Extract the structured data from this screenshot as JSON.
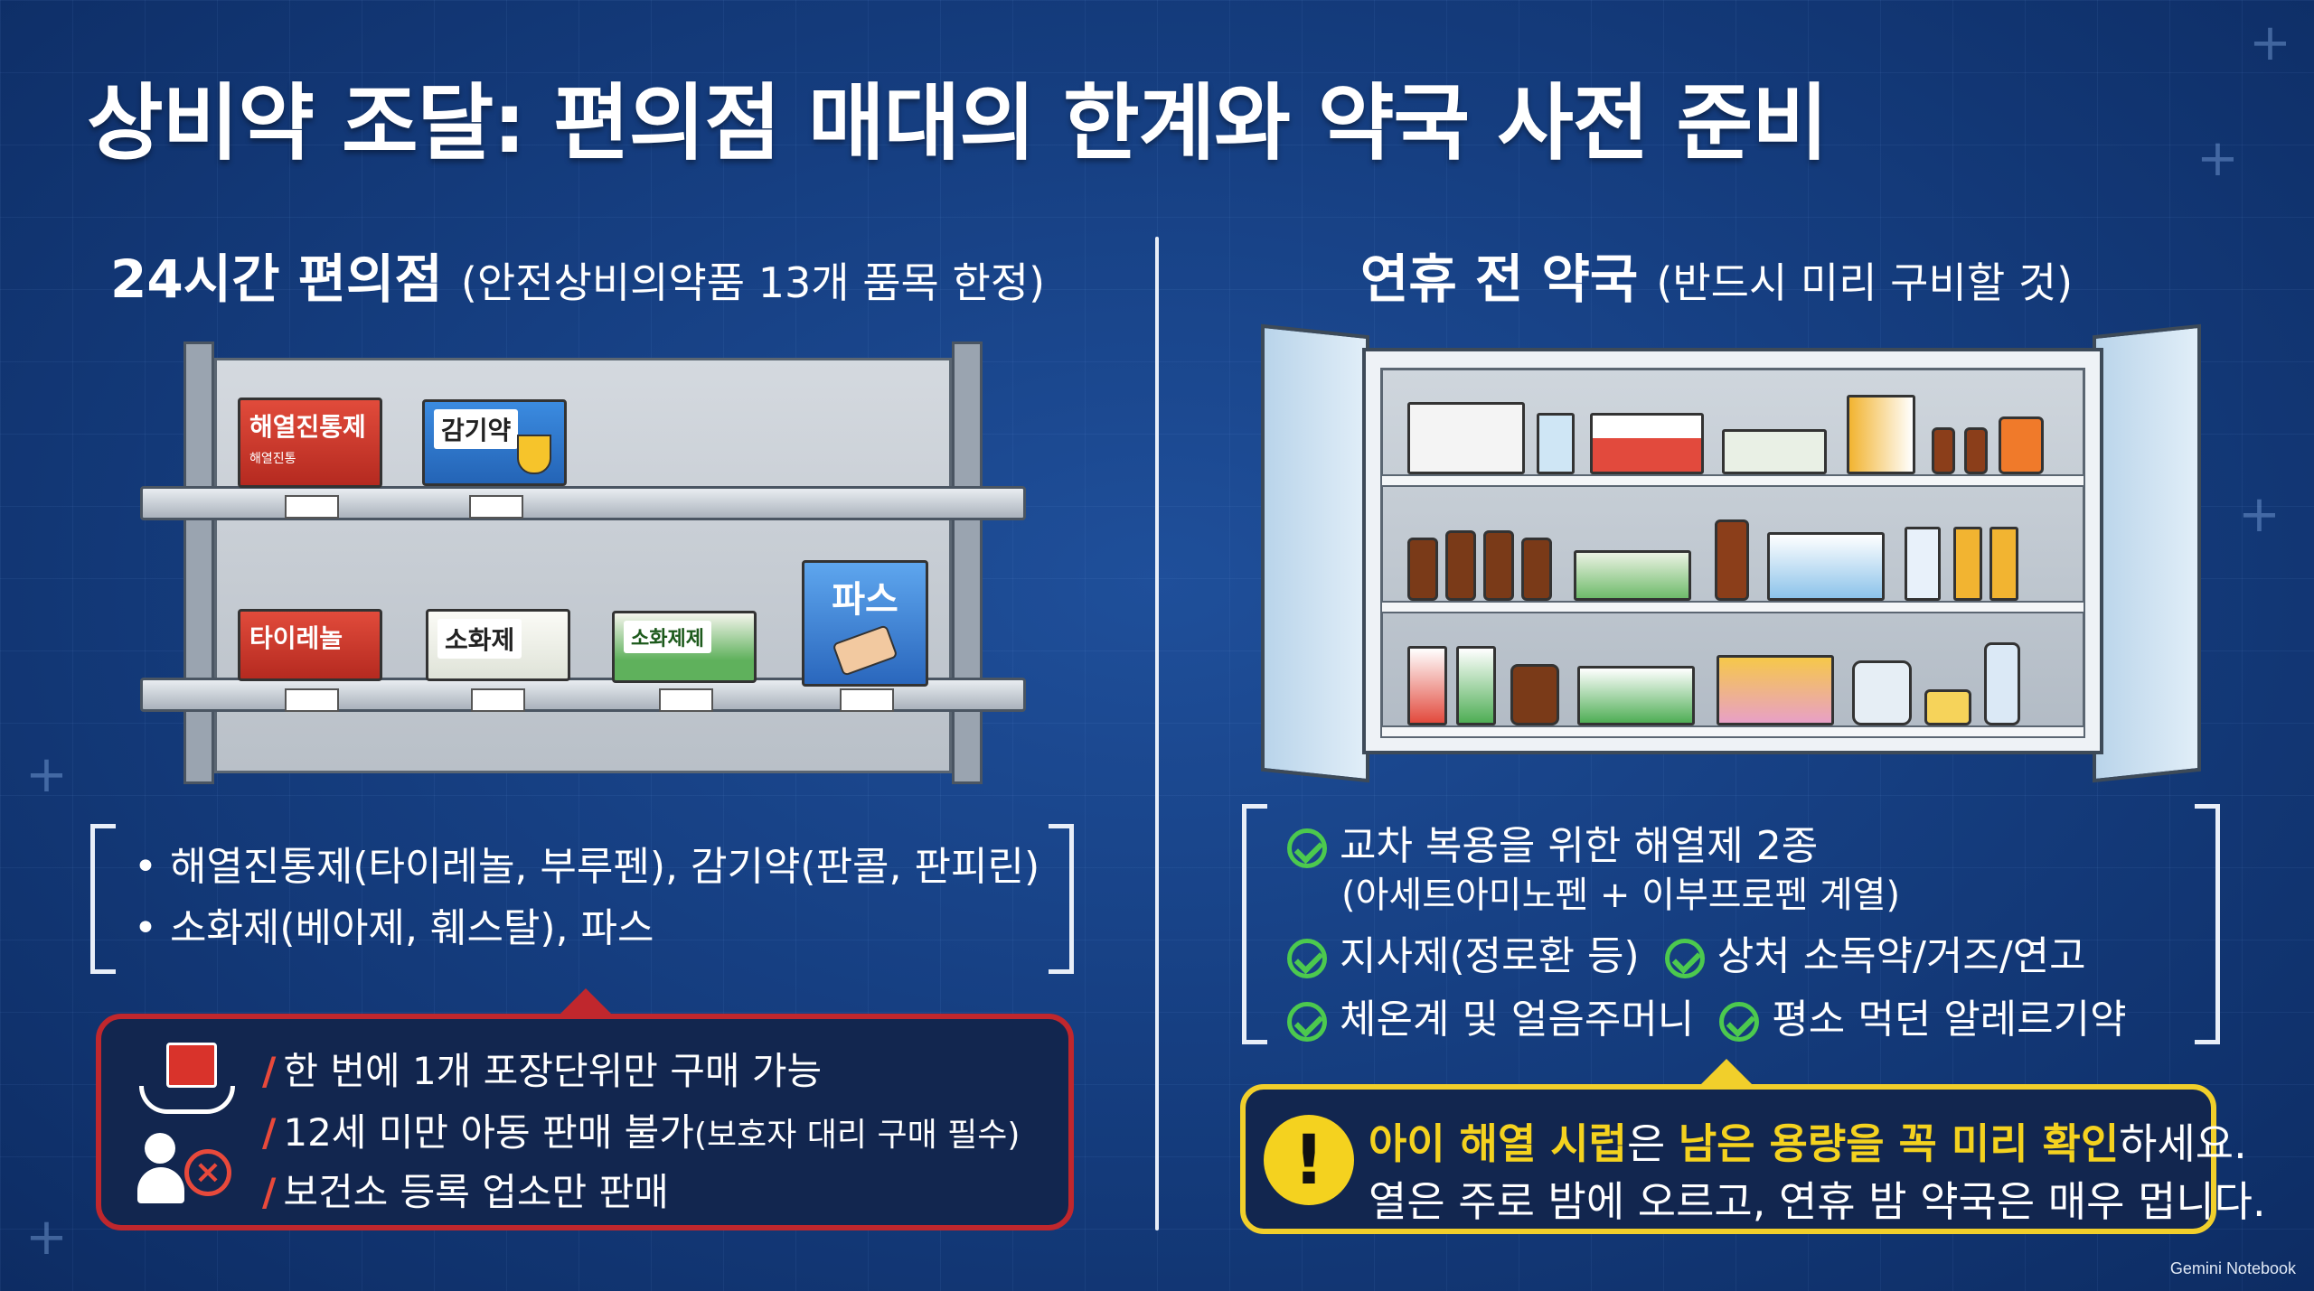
{
  "title": "상비약 조달: 편의점 매대의 한계와 약국 사전 준비",
  "left": {
    "heading": "24시간 편의점",
    "heading_sub": "(안전상비의약품 13개 품목 한정)",
    "products": {
      "p1": "해열진통제",
      "p1_sub": "해열진통",
      "p2": "감기약",
      "p3": "타이레놀",
      "p4": "소화제",
      "p5": "소화제제",
      "p6": "파스"
    },
    "items": [
      "• 해열진통제(타이레놀, 부루펜), 감기약(판콜, 판피린)",
      "• 소화제(베아제, 훼스탈), 파스"
    ],
    "warnings": [
      "한 번에 1개 포장단위만 구매 가능",
      "12세 미만 아동 판매 불가",
      "(보호자 대리 구매 필수)",
      "보건소 등록 업소만 판매"
    ],
    "warning_slash": "/"
  },
  "right": {
    "heading": "연휴 전 약국",
    "heading_sub": "(반드시 미리 구비할 것)",
    "checks": {
      "c1": "교차 복용을 위한 해열제 2종",
      "c1_sub": "(아세트아미노펜 + 이부프로펜 계열)",
      "c2": "지사제(정로환 등)",
      "c3": "상처 소독약/거즈/연고",
      "c4": "체온계 및 얼음주머니",
      "c5": "평소 먹던 알레르기약"
    },
    "alert": {
      "icon": "!",
      "l1_a": "아이 해열 시럽",
      "l1_b": "은 ",
      "l1_c": "남은 용량을 꼭 미리 확인",
      "l1_d": "하세요.",
      "l2": "열은 주로 밤에 오르고, 연휴 밤 약국은 매우 멉니다."
    }
  },
  "brand": "Gemini Notebook",
  "colors": {
    "bg": "#163f82",
    "red": "#c0272d",
    "yellow": "#f1cf2b",
    "green": "#4cc94e"
  }
}
